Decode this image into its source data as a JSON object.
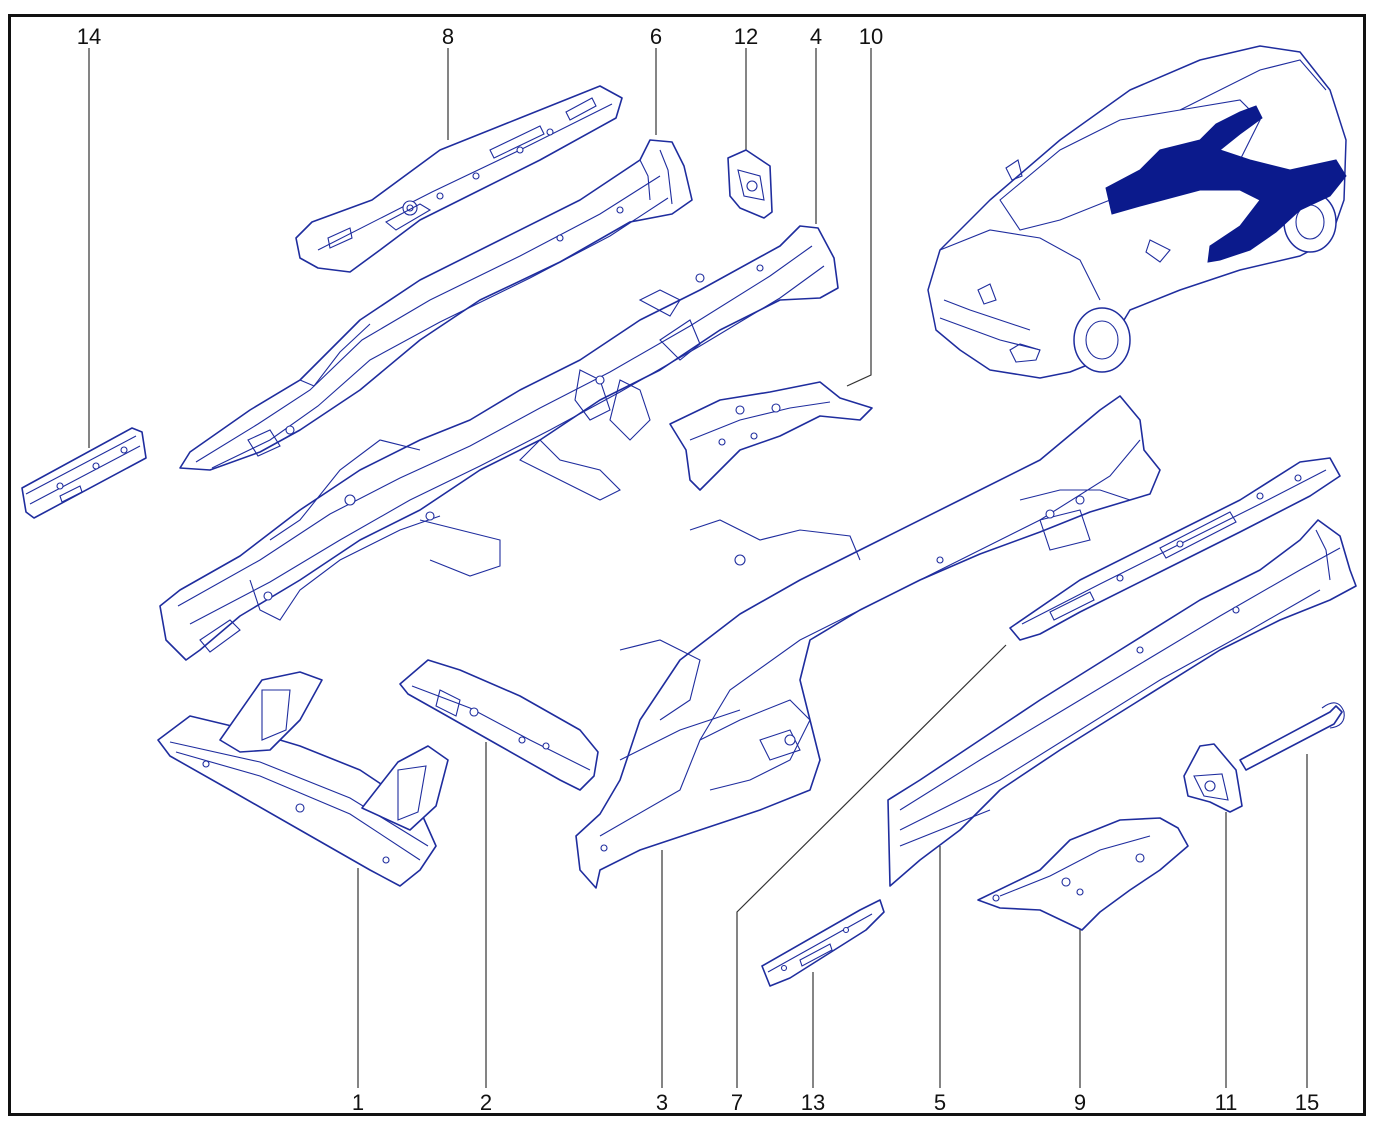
{
  "colors": {
    "line": "#1f2d9e",
    "highlight": "#0b1a8c",
    "frame": "#111111"
  },
  "callouts": {
    "top": [
      "14",
      "8",
      "6",
      "12",
      "4",
      "10"
    ],
    "bottom": [
      "1",
      "2",
      "3",
      "7",
      "13",
      "5",
      "9",
      "11",
      "15"
    ]
  },
  "icons": {
    "car": "vehicle-illustration",
    "highlight": "underbody-highlight"
  }
}
